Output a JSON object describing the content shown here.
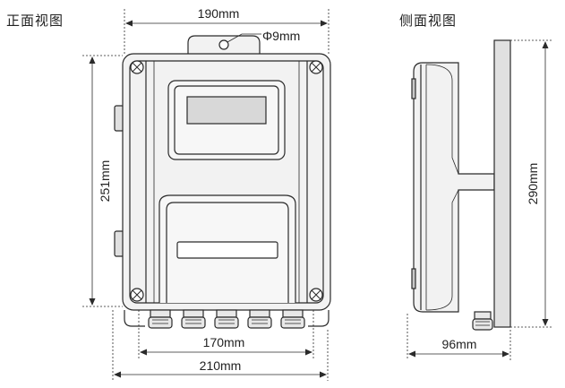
{
  "front_view": {
    "title": "正面视图"
  },
  "side_view": {
    "title": "侧面视图"
  },
  "dimensions": {
    "top_width": "190mm",
    "hole_diameter": "Φ9mm",
    "body_height": "251mm",
    "gland_span": "170mm",
    "total_width": "210mm",
    "plate_height": "290mm",
    "depth": "96mm"
  },
  "colors": {
    "line": "#2a2a2a",
    "fill_light": "#f2f2f2",
    "fill_mid": "#e0e0e0",
    "fill_dark": "#c8c8c8",
    "lcd": "#d8d8d8"
  }
}
